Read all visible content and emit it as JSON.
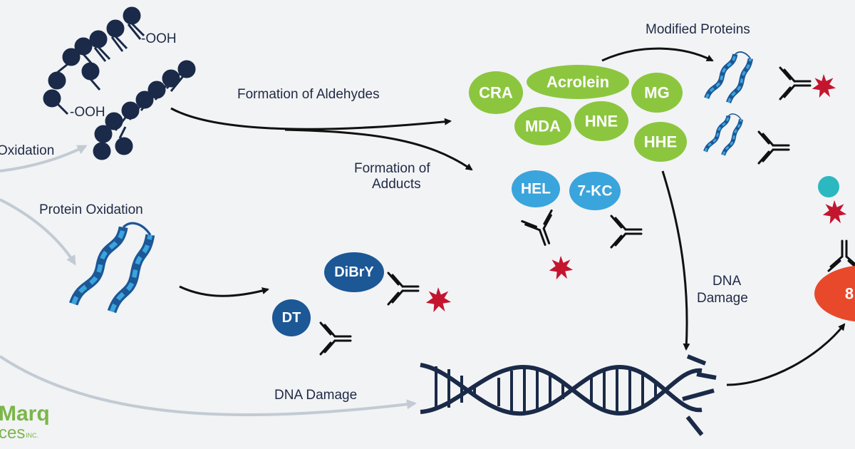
{
  "labels": {
    "lipid_oxidation": "Oxidation",
    "protein_oxidation": "Protein Oxidation",
    "formation_aldehydes": "Formation of Aldehydes",
    "formation_adducts_1": "Formation of",
    "formation_adducts_2": "Adducts",
    "modified_proteins": "Modified Proteins",
    "dna_damage_right_1": "DNA",
    "dna_damage_right_2": "Damage",
    "dna_damage_bottom": "DNA Damage",
    "ooh_top": "-OOH",
    "ooh_mid": "-OOH"
  },
  "aldehydes": [
    "CRA",
    "Acrolein",
    "MG",
    "MDA",
    "HNE",
    "HHE"
  ],
  "adducts": [
    "HEL",
    "7-KC"
  ],
  "protein_markers": [
    "DiBrY",
    "DT"
  ],
  "dna_marker_partial": "8",
  "brand": {
    "name": "Marq",
    "sub": "ces",
    "inc": "INC."
  },
  "colors": {
    "green": "#8cc63f",
    "light_blue": "#3aa4dc",
    "navy": "#1c5796",
    "dark_navy": "#1a2a48",
    "red_star": "#c4152f",
    "orange": "#e8492a",
    "teal": "#2cb8c0",
    "grey_arrow": "#c2cbd3"
  },
  "icons": [
    "lipid-membrane-icon",
    "protein-helix-icon",
    "antibody-icon",
    "star-icon",
    "dna-helix-icon"
  ]
}
